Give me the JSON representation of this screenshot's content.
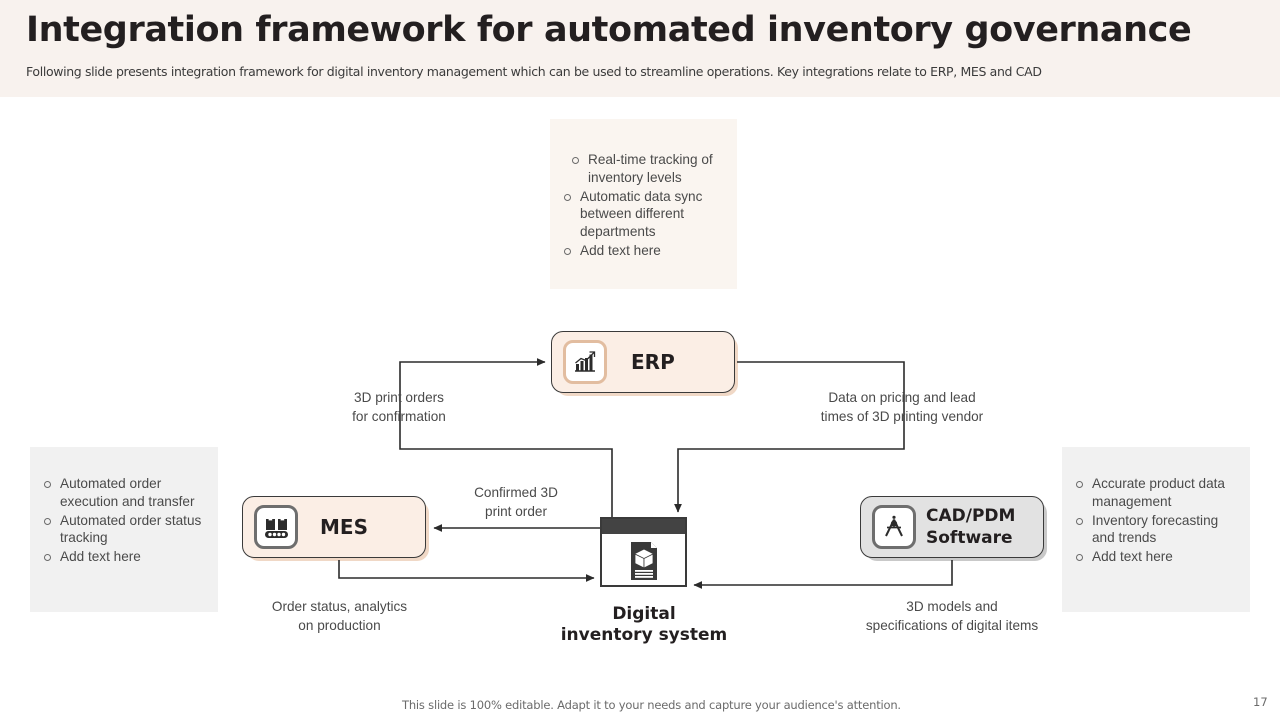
{
  "header": {
    "title": "Integration framework for automated inventory governance",
    "subtitle": "Following slide presents integration framework for digital inventory management which can be used to streamline operations. Key integrations relate to ERP, MES and CAD",
    "band_color": "#f8f2ee"
  },
  "panels": {
    "top": {
      "name": "erp-benefits",
      "background": "#faf5f0",
      "items": [
        "Real-time tracking of inventory levels",
        "Automatic data sync between different departments",
        "Add text here"
      ]
    },
    "left": {
      "name": "mes-benefits",
      "background": "#f1f1f1",
      "items": [
        "Automated order execution and transfer",
        "Automated order status tracking",
        "Add text here"
      ]
    },
    "right": {
      "name": "cad-benefits",
      "background": "#f1f1f1",
      "items": [
        "Accurate product data management",
        "Inventory forecasting and trends",
        "Add text here"
      ]
    }
  },
  "nodes": {
    "erp": {
      "label": "ERP",
      "icon": "bar-chart-growth-icon",
      "fill": "#fbeee5",
      "accent": "#e2bda0"
    },
    "mes": {
      "label": "MES",
      "icon": "conveyor-boxes-icon",
      "fill": "#fbeee5",
      "accent": "#6e6e6e"
    },
    "cad": {
      "label": "CAD/PDM Software",
      "label_line1": "CAD/PDM",
      "label_line2": "Software",
      "icon": "compass-divider-icon",
      "fill": "#e2e2e2",
      "accent": "#6e6e6e"
    },
    "digital": {
      "label_line1": "Digital",
      "label_line2": "inventory system",
      "icon": "package-document-window-icon",
      "titlebar_color": "#434343"
    }
  },
  "edges": [
    {
      "name": "mes-to-erp",
      "label_line1": "3D print orders",
      "label_line2": "for confirmation",
      "from": "digital-inventory-system",
      "to": "erp"
    },
    {
      "name": "erp-to-digital",
      "label_line1": "Data on pricing and lead",
      "label_line2": "times of 3D printing vendor",
      "from": "erp",
      "to": "digital-inventory-system"
    },
    {
      "name": "digital-to-mes",
      "label_line1": "Confirmed 3D",
      "label_line2": "print order",
      "from": "digital-inventory-system",
      "to": "mes"
    },
    {
      "name": "mes-to-digital",
      "label_line1": "Order status, analytics",
      "label_line2": "on production",
      "from": "mes",
      "to": "digital-inventory-system"
    },
    {
      "name": "cad-to-digital",
      "label_line1": "3D models and",
      "label_line2": "specifications of digital items",
      "from": "cad",
      "to": "digital-inventory-system"
    }
  ],
  "footer": {
    "note": "This slide is 100% editable. Adapt it to your needs and capture your audience's attention.",
    "page_number": "17"
  }
}
